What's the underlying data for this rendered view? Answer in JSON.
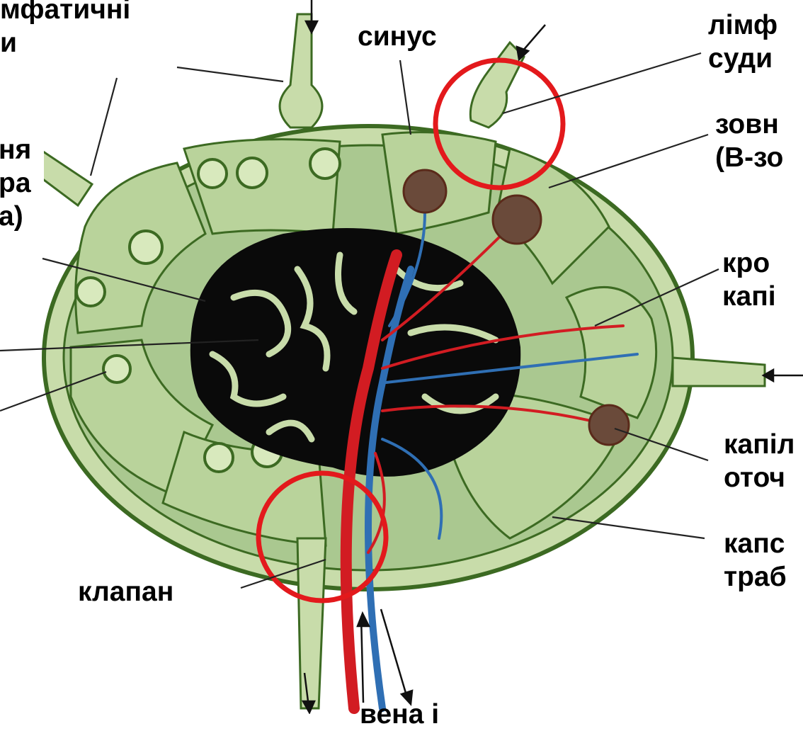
{
  "labels": {
    "lymph_vessels_left": "мфатичні\nи",
    "sinus": "синус",
    "afferent_vessels": "лімф\nсуди",
    "outer_zone": "зовн\n(В-зо",
    "left_cortex": "ня\nра\nа)",
    "blood_capillaries": "кро\nкапі",
    "capillaries_surrounding": "капіл\nоточ",
    "capsule_trabecula": "капс\nтраб",
    "valve": "клапан",
    "bottom_vessels": "вена і"
  },
  "colors": {
    "tissue": "#c8dcaa",
    "tissue_dark": "#a9c78a",
    "outline": "#3c6a22",
    "medulla": "#0a0a0a",
    "artery": "#d21c22",
    "vein": "#2f6fb4",
    "highlight_circle": "#e3191c"
  }
}
